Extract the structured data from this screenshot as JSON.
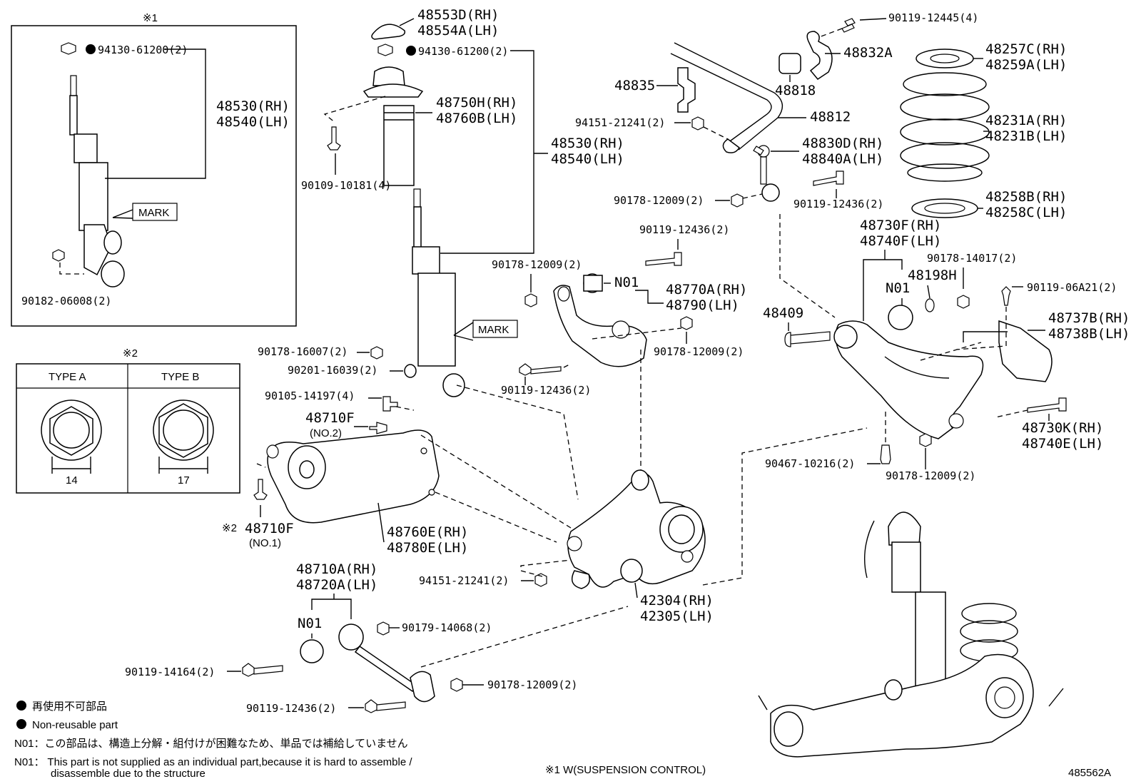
{
  "box1": {
    "marker": "※1",
    "mark_label": "MARK",
    "nut": "94130-61200(2)",
    "absorber_rh": "48530(RH)",
    "absorber_lh": "48540(LH)",
    "bolt": "90182-06008(2)"
  },
  "box2": {
    "marker": "※2",
    "type_a": "TYPE A",
    "type_b": "TYPE B",
    "size_a": "14",
    "size_b": "17"
  },
  "center": {
    "cap_rh": "48553D(RH)",
    "cap_lh": "48554A(LH)",
    "nut": "94130-61200(2)",
    "support_rh": "48750H(RH)",
    "support_lh": "48760B(LH)",
    "absorber_rh": "48530(RH)",
    "absorber_lh": "48540(LH)",
    "bolt_top": "90109-10181(4)",
    "mark_label": "MARK",
    "nut_a": "90178-16007(2)",
    "washer": "90201-16039(2)",
    "bolt_b": "90105-14197(4)",
    "arm_bolt": "48710F",
    "arm_bolt_note": "(NO.2)",
    "arm_bolt2_marker": "※2",
    "arm_bolt2": "48710F",
    "arm_bolt2_note": "(NO.1)",
    "arm_rh": "48760E(RH)",
    "arm_lh": "48780E(LH)",
    "upper_bolt": "90119-12436(2)",
    "upper_nut": "90178-12009(2)",
    "bush_n01": "N01",
    "upper_arm_rh": "48770A(RH)",
    "upper_arm_lh": "48790(LH)",
    "upper_nut2": "90178-12009(2)",
    "upper_bolt2": "90119-12436(2)",
    "nut_c": "94151-21241(2)",
    "knuckle_rh": "42304(RH)",
    "knuckle_lh": "42305(LH)",
    "rod_rh": "48710A(RH)",
    "rod_lh": "48720A(LH)",
    "rod_n01": "N01",
    "nut_d": "90179-14068(2)",
    "bolt_e": "90119-14164(2)",
    "nut_e": "90178-12009(2)",
    "bolt_f": "90119-12436(2)"
  },
  "right": {
    "bolt_g": "90119-12445(4)",
    "bracket": "48832A",
    "bracket2": "48835",
    "bush": "48818",
    "nut_f": "94151-21241(2)",
    "bar": "48812",
    "link_rh": "48830D(RH)",
    "link_lh": "48840A(LH)",
    "nut_g": "90178-12009(2)",
    "bolt_h": "90119-12436(2)",
    "insul_rh": "48257C(RH)",
    "insul_lh": "48259A(LH)",
    "spring_rh": "48231A(RH)",
    "spring_lh": "48231B(LH)",
    "lower_insul_rh": "48258B(RH)",
    "lower_insul_lh": "48258C(LH)",
    "lower_arm_rh": "48730F(RH)",
    "lower_arm_lh": "48740F(LH)",
    "nut_h": "90178-14017(2)",
    "bush_part": "48198H",
    "arm_n01": "N01",
    "bolt_i": "90119-06A21(2)",
    "cam_bolt": "48409",
    "cover_rh": "48737B(RH)",
    "cover_lh": "48738B(LH)",
    "bolt_j_rh": "48730K(RH)",
    "bolt_j_lh": "48740E(LH)",
    "bolt_k": "90467-10216(2)",
    "nut_i": "90178-12009(2)"
  },
  "legend": {
    "nonreusable_jp": "再使用不可部品",
    "nonreusable_en": "Non-reusable part",
    "n01_jp": "N01：この部品は、構造上分解・組付けが困難なため、単品では補給していません",
    "n01_en_1": "N01： This part is not supplied as an individual part,because it is hard to assemble /",
    "n01_en_2": "disassemble due to the structure",
    "footnote": "※1 W(SUSPENSION CONTROL)",
    "figure_id": "485562A"
  }
}
